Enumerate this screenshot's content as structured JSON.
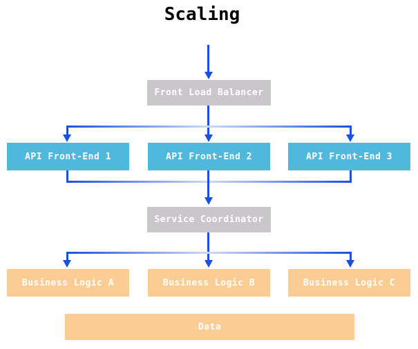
{
  "title": "Scaling",
  "colors": {
    "arrow": "#1a50e2",
    "box_gray": "#cac7cb",
    "box_cyan": "#50b8dc",
    "box_orange": "#fbcd95",
    "node_text": "#ffffff",
    "title_text": "#000000",
    "background": "#ffffff"
  },
  "nodes": {
    "front_load_balancer": {
      "label": "Front Load Balancer"
    },
    "api_frontends": [
      {
        "label": "API Front-End 1"
      },
      {
        "label": "API Front-End 2"
      },
      {
        "label": "API Front-End 3"
      }
    ],
    "service_coordinator": {
      "label": "Service Coordinator"
    },
    "business_logic": [
      {
        "label": "Business Logic A"
      },
      {
        "label": "Business Logic B"
      },
      {
        "label": "Business Logic C"
      }
    ],
    "data_store": {
      "label": "Data"
    }
  },
  "edges": [
    {
      "from": "start",
      "to": "Front Load Balancer"
    },
    {
      "from": "Front Load Balancer",
      "to": "API Front-End 1"
    },
    {
      "from": "Front Load Balancer",
      "to": "API Front-End 2"
    },
    {
      "from": "Front Load Balancer",
      "to": "API Front-End 3"
    },
    {
      "from": "API Front-End 1",
      "to": "Service Coordinator"
    },
    {
      "from": "API Front-End 2",
      "to": "Service Coordinator"
    },
    {
      "from": "API Front-End 3",
      "to": "Service Coordinator"
    },
    {
      "from": "Service Coordinator",
      "to": "Business Logic A"
    },
    {
      "from": "Service Coordinator",
      "to": "Business Logic B"
    },
    {
      "from": "Service Coordinator",
      "to": "Business Logic C"
    }
  ]
}
